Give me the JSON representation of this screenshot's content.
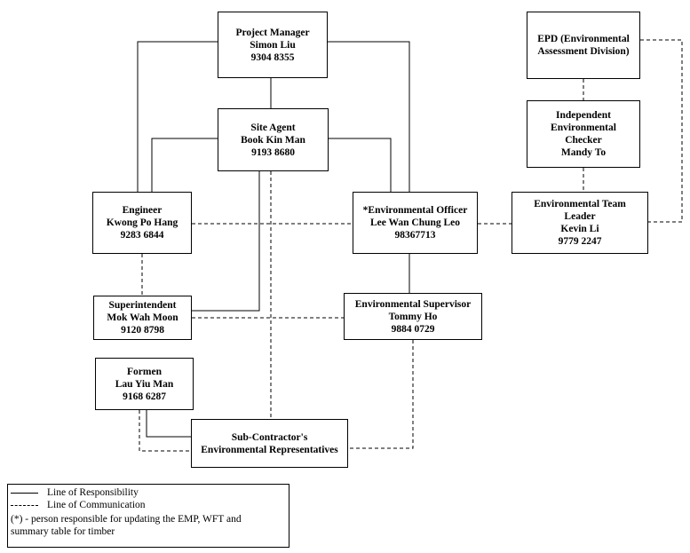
{
  "boxes": {
    "project_manager": [
      "Project Manager",
      "Simon Liu",
      "9304 8355"
    ],
    "site_agent": [
      "Site Agent",
      "Book Kin Man",
      "9193 8680"
    ],
    "engineer": [
      "Engineer",
      "Kwong Po Hang",
      "9283 6844"
    ],
    "env_officer": [
      "*Environmental Officer",
      "Lee Wan Chung Leo",
      "98367713"
    ],
    "superintendent": [
      "Superintendent",
      "Mok Wah Moon",
      "9120 8798"
    ],
    "env_supervisor": [
      "Environmental Supervisor",
      "Tommy Ho",
      "9884 0729"
    ],
    "foremen": [
      "Formen",
      "Lau Yiu Man",
      "9168 6287"
    ],
    "subcontractor": [
      "Sub-Contractor's",
      "Environmental Representatives"
    ],
    "epd": [
      "EPD (Environmental",
      "Assessment Division)"
    ],
    "iec": [
      "Independent",
      "Environmental",
      "Checker",
      "Mandy To"
    ],
    "et_leader": [
      "Environmental Team",
      "Leader",
      "Kevin Li",
      "9779 2247"
    ]
  },
  "legend": {
    "responsibility": "Line of Responsibility",
    "communication": "Line of Communication",
    "note_line1": "(*) - person responsible for updating the EMP, WFT and",
    "note_line2": "summary table for timber"
  }
}
